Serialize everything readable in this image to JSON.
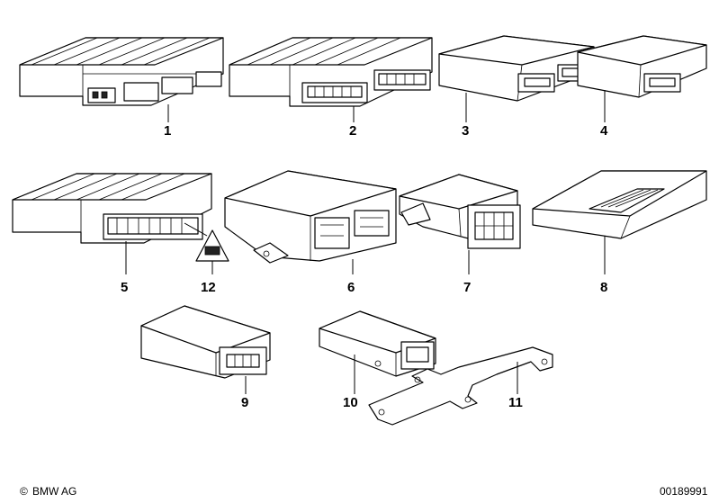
{
  "callouts": {
    "p1": "1",
    "p2": "2",
    "p3": "3",
    "p4": "4",
    "p5": "5",
    "p12": "12",
    "p6": "6",
    "p7": "7",
    "p8": "8",
    "p9": "9",
    "p10": "10",
    "p11": "11"
  },
  "footer": {
    "copyright_symbol": "©",
    "brand": "BMW AG",
    "diagram_number": "00189991"
  }
}
